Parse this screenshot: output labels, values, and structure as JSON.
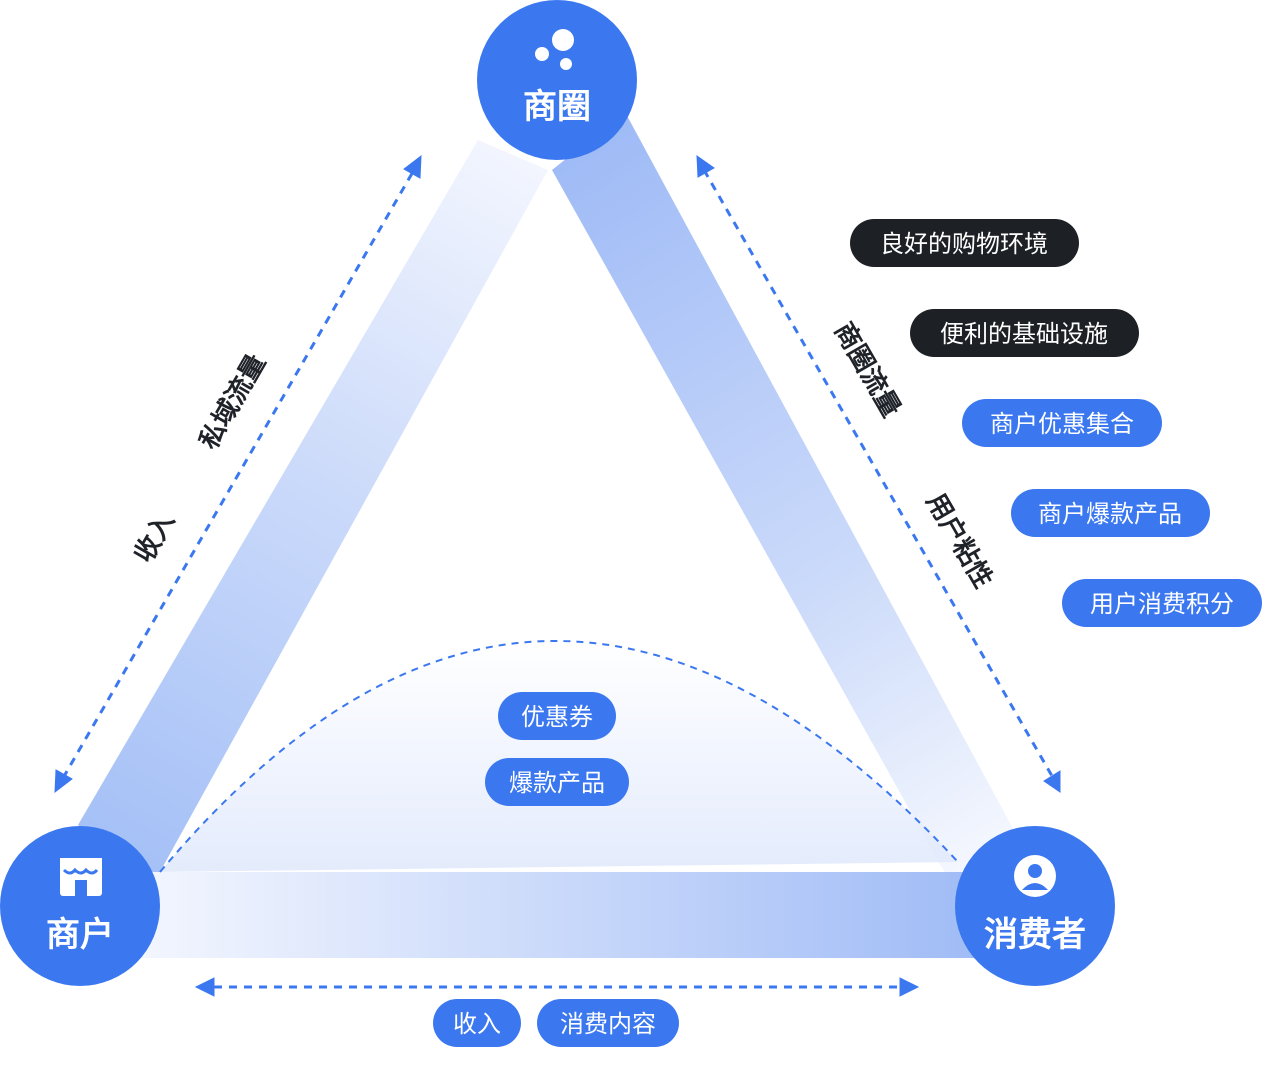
{
  "nodes": {
    "top": {
      "label": "商圈",
      "icon": "bubbles-icon"
    },
    "left": {
      "label": "商户",
      "icon": "store-icon"
    },
    "right": {
      "label": "消费者",
      "icon": "user-icon"
    }
  },
  "edge_labels": {
    "left_outer": "私域流量",
    "left_inner": "收入",
    "right_outer": "商圈流量",
    "right_inner": "用户粘性"
  },
  "dark_tags": [
    "良好的购物环境",
    "便利的基础设施"
  ],
  "blue_tags": [
    "商户优惠集合",
    "商户爆款产品",
    "用户消费积分"
  ],
  "center_tags": [
    "优惠券",
    "爆款产品"
  ],
  "bottom_tags": [
    "收入",
    "消费内容"
  ],
  "colors": {
    "primary": "#3b78f0",
    "band": "#a4c0f7",
    "dark_tag": "#1d2125",
    "arrow": "#3b78f0"
  }
}
